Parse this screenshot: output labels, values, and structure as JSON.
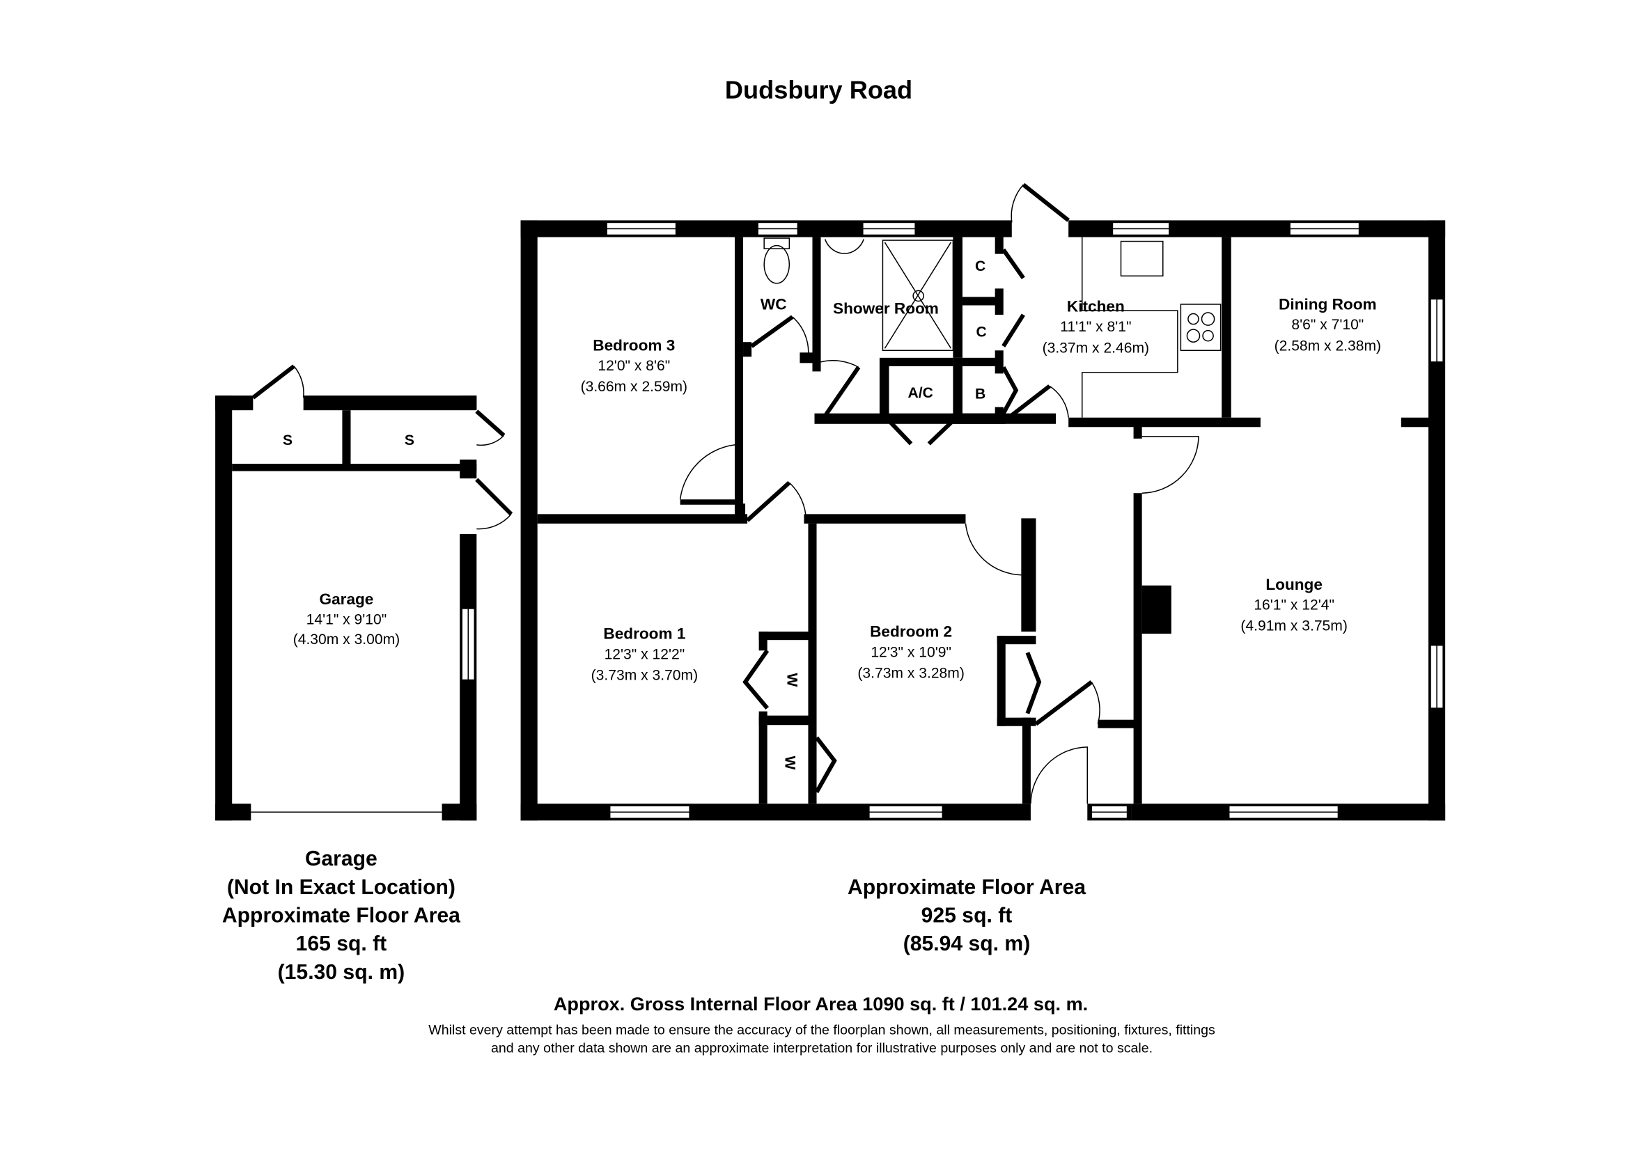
{
  "title": "Dudsbury Road",
  "rooms": {
    "bedroom3": {
      "name": "Bedroom 3",
      "imperial": "12'0\" x 8'6\"",
      "metric": "(3.66m x 2.59m)"
    },
    "wc": {
      "name": "WC"
    },
    "shower_room": {
      "name": "Shower Room"
    },
    "kitchen": {
      "name": "Kitchen",
      "imperial": "11'1\" x 8'1\"",
      "metric": "(3.37m x 2.46m)"
    },
    "dining_room": {
      "name": "Dining Room",
      "imperial": "8'6\" x 7'10\"",
      "metric": "(2.58m x 2.38m)"
    },
    "bedroom1": {
      "name": "Bedroom 1",
      "imperial": "12'3\" x 12'2\"",
      "metric": "(3.73m x 3.70m)"
    },
    "bedroom2": {
      "name": "Bedroom 2",
      "imperial": "12'3\" x 10'9\"",
      "metric": "(3.73m x 3.28m)"
    },
    "lounge": {
      "name": "Lounge",
      "imperial": "16'1\" x 12'4\"",
      "metric": "(4.91m x 3.75m)"
    },
    "garage": {
      "name": "Garage",
      "imperial": "14'1\" x 9'10\"",
      "metric": "(4.30m x 3.00m)"
    }
  },
  "cupboards": {
    "c1": "C",
    "c2": "C",
    "ac": "A/C",
    "b": "B",
    "w1": "W",
    "w2": "W",
    "s1": "S",
    "s2": "S"
  },
  "garage_area": {
    "line1": "Garage",
    "line2": "(Not In Exact Location)",
    "line3": "Approximate Floor Area",
    "line4": "165 sq. ft",
    "line5": "(15.30 sq. m)"
  },
  "main_area": {
    "line1": "Approximate Floor Area",
    "line2": "925 sq. ft",
    "line3": "(85.94 sq. m)"
  },
  "gross_area": "Approx. Gross Internal Floor Area 1090 sq. ft / 101.24 sq. m.",
  "disclaimer": {
    "line1": "Whilst every attempt has been made to ensure the accuracy of the floorplan shown, all measurements, positioning, fixtures, fittings",
    "line2": "and any other data shown are an approximate interpretation for illustrative purposes only and are not to scale."
  }
}
